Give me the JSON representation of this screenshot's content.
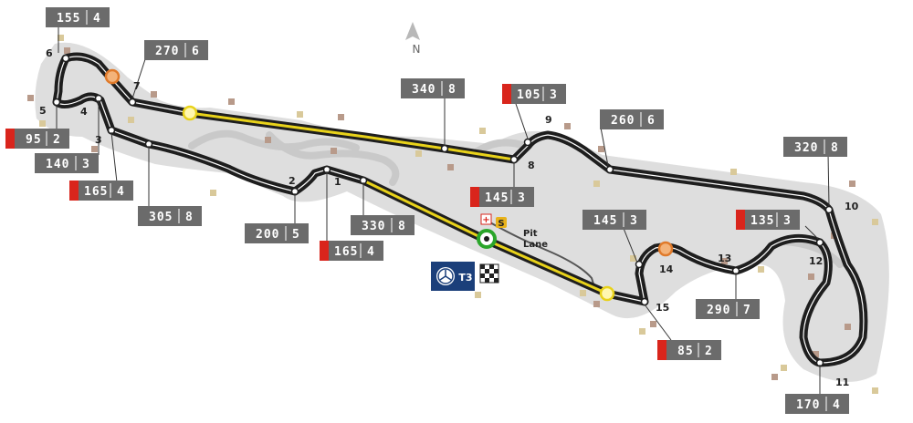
{
  "compass": {
    "label": "N"
  },
  "pit": {
    "line1": "Pit",
    "line2": "Lane",
    "sector_badge": "S",
    "medical_badge": "+"
  },
  "logo": {
    "text": "T3"
  },
  "corners": [
    "1",
    "2",
    "3",
    "4",
    "5",
    "6",
    "7",
    "8",
    "9",
    "10",
    "11",
    "12",
    "13",
    "14",
    "15"
  ],
  "speed_boxes": [
    {
      "speed": "155",
      "gear": "4",
      "kind": "gray"
    },
    {
      "speed": "270",
      "gear": "6",
      "kind": "gray"
    },
    {
      "speed": "95",
      "gear": "2",
      "kind": "red"
    },
    {
      "speed": "140",
      "gear": "3",
      "kind": "gray"
    },
    {
      "speed": "165",
      "gear": "4",
      "kind": "red"
    },
    {
      "speed": "305",
      "gear": "8",
      "kind": "gray"
    },
    {
      "speed": "200",
      "gear": "5",
      "kind": "gray"
    },
    {
      "speed": "330",
      "gear": "8",
      "kind": "gray"
    },
    {
      "speed": "165",
      "gear": "4",
      "kind": "red"
    },
    {
      "speed": "340",
      "gear": "8",
      "kind": "gray"
    },
    {
      "speed": "105",
      "gear": "3",
      "kind": "red"
    },
    {
      "speed": "145",
      "gear": "3",
      "kind": "red"
    },
    {
      "speed": "260",
      "gear": "6",
      "kind": "gray"
    },
    {
      "speed": "320",
      "gear": "8",
      "kind": "gray"
    },
    {
      "speed": "135",
      "gear": "3",
      "kind": "red"
    },
    {
      "speed": "145",
      "gear": "3",
      "kind": "gray"
    },
    {
      "speed": "290",
      "gear": "7",
      "kind": "gray"
    },
    {
      "speed": "85",
      "gear": "2",
      "kind": "red"
    },
    {
      "speed": "170",
      "gear": "4",
      "kind": "gray"
    }
  ],
  "colors": {
    "track": "#1e1e1e",
    "runoff": "#dcdcdc",
    "drs": "#e8d21a",
    "box": "#6b6b6b",
    "brake": "#d9251c",
    "logo": "#1b3f7a",
    "pit_marker": "#2aa52a"
  }
}
